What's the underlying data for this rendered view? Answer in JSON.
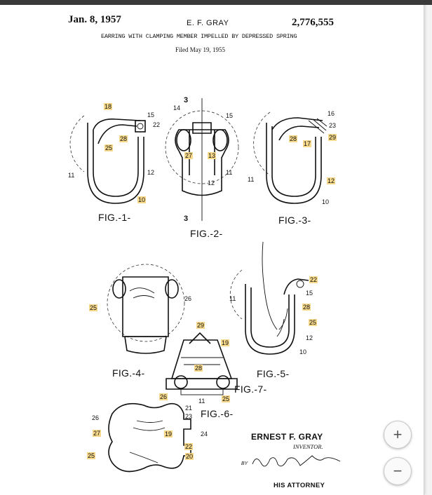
{
  "header": {
    "date": "Jan. 8, 1957",
    "inventor_short": "E. F. GRAY",
    "patent_number": "2,776,555",
    "title": "EARRING WITH CLAMPING MEMBER IMPELLED BY DEPRESSED SPRING",
    "filed": "Filed May 19, 1955"
  },
  "figures": {
    "fig1": "FIG.-1-",
    "fig2": "FIG.-2-",
    "fig3": "FIG.-3-",
    "fig4": "FIG.-4-",
    "fig5": "FIG.-5-",
    "fig6": "FIG.-6-",
    "fig7": "FIG.-7-"
  },
  "section_marks": {
    "top": "3",
    "bottom": "3"
  },
  "refs": {
    "f1": [
      "18",
      "15",
      "22",
      "28",
      "25",
      "11",
      "12",
      "10"
    ],
    "f2": [
      "14",
      "15",
      "27",
      "13",
      "11",
      "12"
    ],
    "f3": [
      "16",
      "23",
      "28",
      "17",
      "29",
      "11",
      "12",
      "10"
    ],
    "f4": [
      "25",
      "26"
    ],
    "f5": [
      "11",
      "22",
      "15",
      "28",
      "25",
      "12",
      "10"
    ],
    "f6": [
      "29",
      "19",
      "28",
      "26",
      "25",
      "11"
    ],
    "f7": [
      "26",
      "27",
      "25",
      "21",
      "23",
      "19",
      "24",
      "22",
      "20"
    ]
  },
  "signature": {
    "name": "ERNEST F. GRAY",
    "role": "INVENTOR.",
    "by": "BY",
    "attorney_label": "HIS ATTORNEY"
  },
  "controls": {
    "zoom_in": "+",
    "zoom_out": "−"
  }
}
